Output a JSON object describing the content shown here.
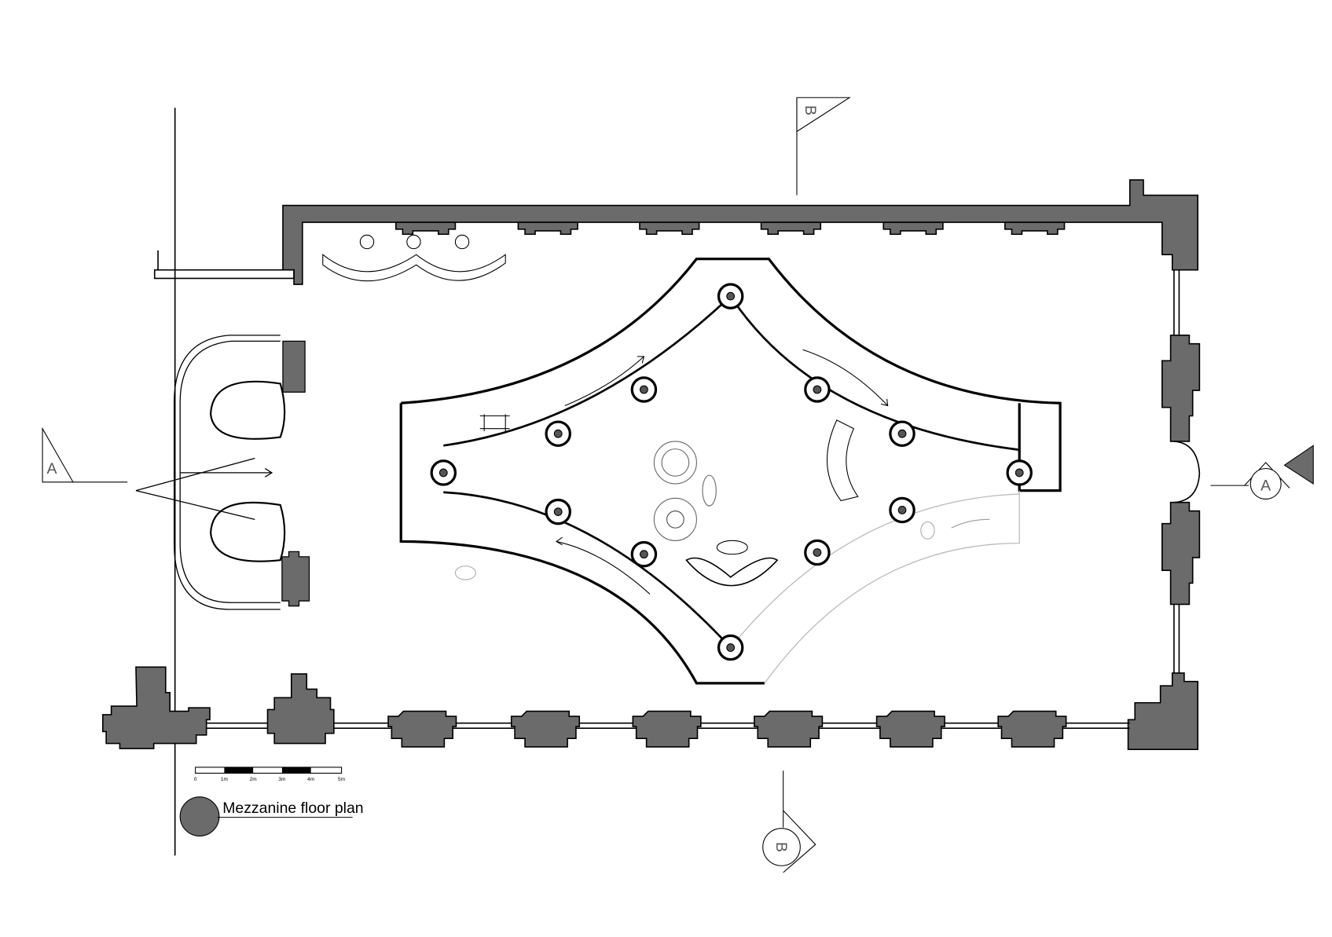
{
  "title": "Mezzanine floor plan",
  "section_markers": {
    "a_left": "A",
    "a_right": "A",
    "b_top": "B",
    "b_bottom": "B"
  },
  "scale_bar": {
    "ticks": [
      "0",
      "1m",
      "2m",
      "3m",
      "4m",
      "5m"
    ]
  },
  "colors": {
    "wall_fill": "#6b6b6b",
    "line": "#000000",
    "background": "#ffffff"
  }
}
